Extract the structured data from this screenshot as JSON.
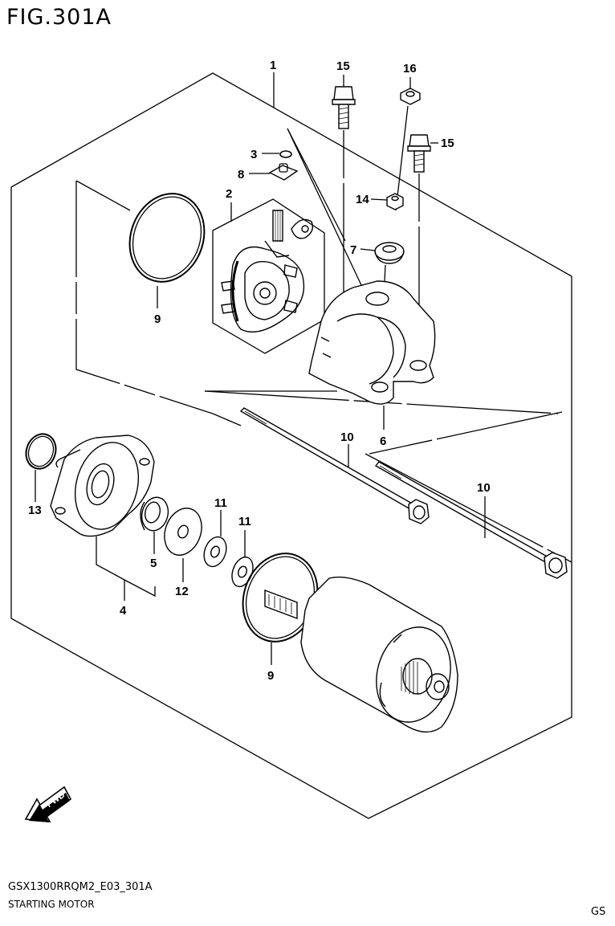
{
  "figure": {
    "title": "FIG.301A"
  },
  "callouts": [
    {
      "id": "c1",
      "text": "1"
    },
    {
      "id": "c15a",
      "text": "15"
    },
    {
      "id": "c16",
      "text": "16"
    },
    {
      "id": "c15b",
      "text": "15"
    },
    {
      "id": "c3",
      "text": "3"
    },
    {
      "id": "c8",
      "text": "8"
    },
    {
      "id": "c2",
      "text": "2"
    },
    {
      "id": "c14",
      "text": "14"
    },
    {
      "id": "c7",
      "text": "7"
    },
    {
      "id": "c9a",
      "text": "9"
    },
    {
      "id": "c6",
      "text": "6"
    },
    {
      "id": "c10a",
      "text": "10"
    },
    {
      "id": "c10b",
      "text": "10"
    },
    {
      "id": "c13",
      "text": "13"
    },
    {
      "id": "c11a",
      "text": "11"
    },
    {
      "id": "c11b",
      "text": "11"
    },
    {
      "id": "c5",
      "text": "5"
    },
    {
      "id": "c12",
      "text": "12"
    },
    {
      "id": "c4",
      "text": "4"
    },
    {
      "id": "c9b",
      "text": "9"
    }
  ],
  "fwd_badge": "FWD",
  "footer": {
    "code": "GSX1300RRQM2_E03_301A",
    "caption": "STARTING MOTOR",
    "region": "GS"
  }
}
